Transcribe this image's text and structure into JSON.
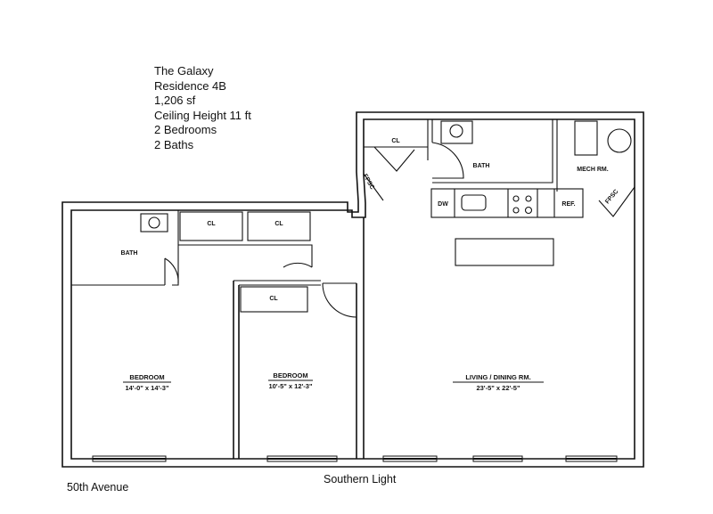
{
  "info": {
    "building": "The Galaxy",
    "unit": "Residence  4B",
    "area": "1,206 sf",
    "ceiling": "Ceiling Height 11 ft",
    "bedrooms": "2 Bedrooms",
    "baths": "2 Baths"
  },
  "streets": {
    "west": "50th Avenue",
    "south": "Southern Light"
  },
  "rooms": {
    "bedroom1": {
      "name": "BEDROOM",
      "dims": "14'-0\" x 14'-3\""
    },
    "bedroom2": {
      "name": "BEDROOM",
      "dims": "10'-5\" x 12'-3\""
    },
    "living": {
      "name": "LIVING / DINING RM.",
      "dims": "23'-5\" x 22'-5\""
    },
    "bath1": "BATH",
    "bath2": "BATH",
    "mech": "MECH RM.",
    "closet": "CL",
    "fpsc": "FPSC",
    "dw": "DW",
    "ref": "REF."
  }
}
